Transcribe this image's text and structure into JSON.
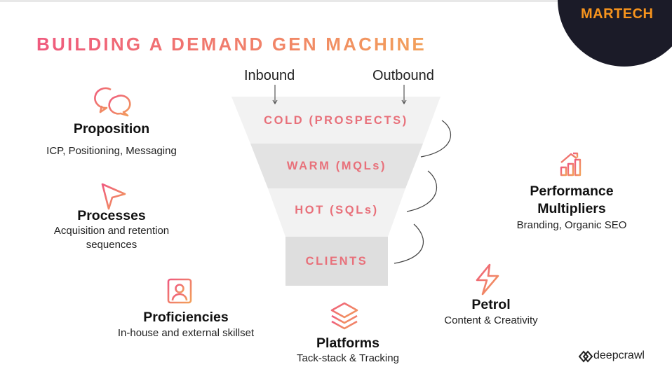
{
  "header": {
    "title": "BUILDING A DEMAND GEN MACHINE",
    "logo_text": "MARTECH"
  },
  "funnel": {
    "inbound_label": "Inbound",
    "outbound_label": "Outbound",
    "stages": [
      {
        "label": "COLD (PROSPECTS)"
      },
      {
        "label": "WARM (MQLs)"
      },
      {
        "label": "HOT (SQLs)"
      },
      {
        "label": "CLIENTS"
      }
    ]
  },
  "pillars": {
    "proposition": {
      "title": "Proposition",
      "subtitle": "ICP, Positioning, Messaging",
      "icon": "speech-bubbles-icon"
    },
    "processes": {
      "title": "Processes",
      "subtitle_line1": "Acquisition and retention",
      "subtitle_line2": "sequences",
      "icon": "send-arrow-icon"
    },
    "proficiencies": {
      "title": "Proficiencies",
      "subtitle": "In-house and external skillset",
      "icon": "person-frame-icon"
    },
    "platforms": {
      "title": "Platforms",
      "subtitle": "Tack-stack & Tracking",
      "icon": "layers-icon"
    },
    "petrol": {
      "title": "Petrol",
      "subtitle": "Content & Creativity",
      "icon": "lightning-icon"
    },
    "performance": {
      "title_line1": "Performance",
      "title_line2": "Multipliers",
      "subtitle": "Branding, Organic SEO",
      "icon": "bar-chart-growth-icon"
    }
  },
  "footer": {
    "brand": "deepcrawl"
  },
  "colors": {
    "accent_pink": "#ef5a7e",
    "accent_orange": "#f2a05a",
    "stage_text": "#e8707a",
    "funnel_light": "#f1f1f1",
    "funnel_dark": "#dedede",
    "badge_dark": "#1b1b28",
    "logo_orange": "#f7941d"
  }
}
